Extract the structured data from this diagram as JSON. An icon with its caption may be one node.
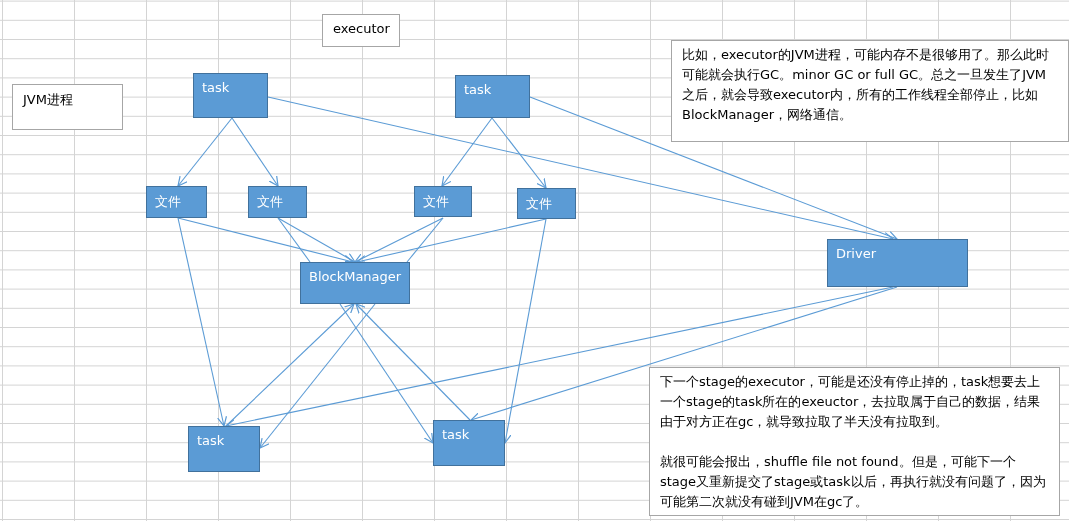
{
  "diagram": {
    "nodes": [
      {
        "text": [
          "executor"
        ]
      },
      {
        "text": [
          "JVM进程"
        ]
      },
      {
        "text": [
          "task"
        ]
      },
      {
        "text": [
          "task"
        ]
      },
      {
        "text": [
          "比如，executor的JVM进程，可能内存不是很够用了。那么此时可能就会执行GC。minor GC or full GC。总之一旦发生了JVM之后，就会导致executor内，所有的工作线程全部停止，比如BlockManager，网络通信。"
        ]
      },
      {
        "text": [
          "文件"
        ]
      },
      {
        "text": [
          "文件"
        ]
      },
      {
        "text": [
          "文件"
        ]
      },
      {
        "text": [
          "文件"
        ]
      },
      {
        "text": [
          "BlockManager"
        ]
      },
      {
        "text": [
          "Driver"
        ]
      },
      {
        "text": [
          "下一个stage的executor，可能是还没有停止掉的，task想要去上一个stage的task所在的exeuctor，去拉取属于自己的数据，结果由于对方正在gc，就导致拉取了半天没有拉取到。",
          "就很可能会报出，shuffle file not found。但是，可能下一个stage又重新提交了stage或task以后，再执行就没有问题了，因为可能第二次就没有碰到JVM在gc了。"
        ]
      },
      {
        "text": [
          "task"
        ]
      },
      {
        "text": [
          "task"
        ]
      }
    ],
    "edges": [
      {
        "from": 2,
        "to": 5,
        "arrow": "to"
      },
      {
        "from": 2,
        "to": 6,
        "arrow": "to"
      },
      {
        "from": 3,
        "to": 7,
        "arrow": "to"
      },
      {
        "from": 3,
        "to": 8,
        "arrow": "to"
      },
      {
        "from": 2,
        "to": 10,
        "arrow": "to"
      },
      {
        "from": 3,
        "to": 10,
        "arrow": "to"
      },
      {
        "from": 5,
        "to": 9,
        "arrow": "to"
      },
      {
        "from": 6,
        "to": 9,
        "arrow": "to"
      },
      {
        "from": 7,
        "to": 9,
        "arrow": "to"
      },
      {
        "from": 8,
        "to": 9,
        "arrow": "to"
      },
      {
        "from": 6,
        "to": 9,
        "arrow": "none"
      },
      {
        "from": 9,
        "to": 13,
        "arrow": "to"
      },
      {
        "from": 7,
        "to": 9,
        "arrow": "none"
      },
      {
        "from": 9,
        "to": 12,
        "arrow": "to"
      },
      {
        "from": 5,
        "to": 12,
        "arrow": "to"
      },
      {
        "from": 8,
        "to": 13,
        "arrow": "to"
      },
      {
        "from": 12,
        "to": 9,
        "arrow": "to"
      },
      {
        "from": 13,
        "to": 9,
        "arrow": "to"
      },
      {
        "from": 10,
        "to": 12,
        "arrow": "to"
      },
      {
        "from": 10,
        "to": 13,
        "arrow": "to"
      }
    ]
  }
}
